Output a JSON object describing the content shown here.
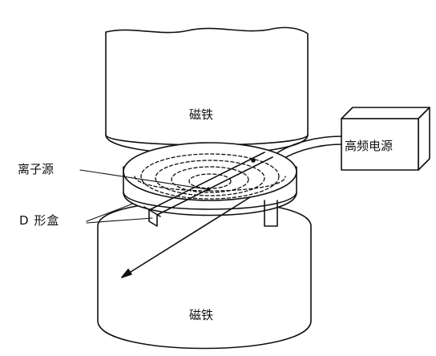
{
  "labels": {
    "magnet_top": "磁铁",
    "magnet_bottom": "磁铁",
    "hf_source": "高频电源",
    "ion_source": "离子源",
    "d_box": "D 形盒"
  },
  "colors": {
    "line": "#111111",
    "background": "#ffffff"
  }
}
